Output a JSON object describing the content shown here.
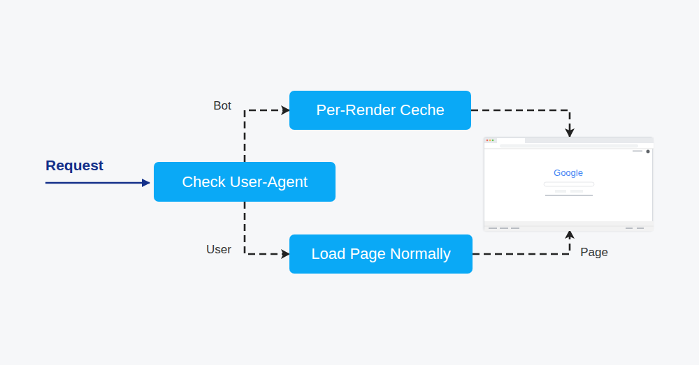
{
  "diagram": {
    "nodes": [
      {
        "text": [
          "Check User-Agent"
        ]
      },
      {
        "text": [
          "Per-Render Ceche"
        ]
      },
      {
        "text": [
          "Load Page Normally"
        ]
      },
      {
        "text": [
          "Google"
        ]
      }
    ],
    "edges": [
      {
        "from": 0,
        "to": 1,
        "arrow": "to",
        "label": "Bot"
      },
      {
        "from": 0,
        "to": 2,
        "arrow": "to",
        "label": "User"
      },
      {
        "from": 1,
        "to": 3,
        "arrow": "to"
      },
      {
        "from": 2,
        "to": 3,
        "arrow": "to",
        "label": "Page"
      }
    ],
    "labels": [
      "Request"
    ]
  }
}
